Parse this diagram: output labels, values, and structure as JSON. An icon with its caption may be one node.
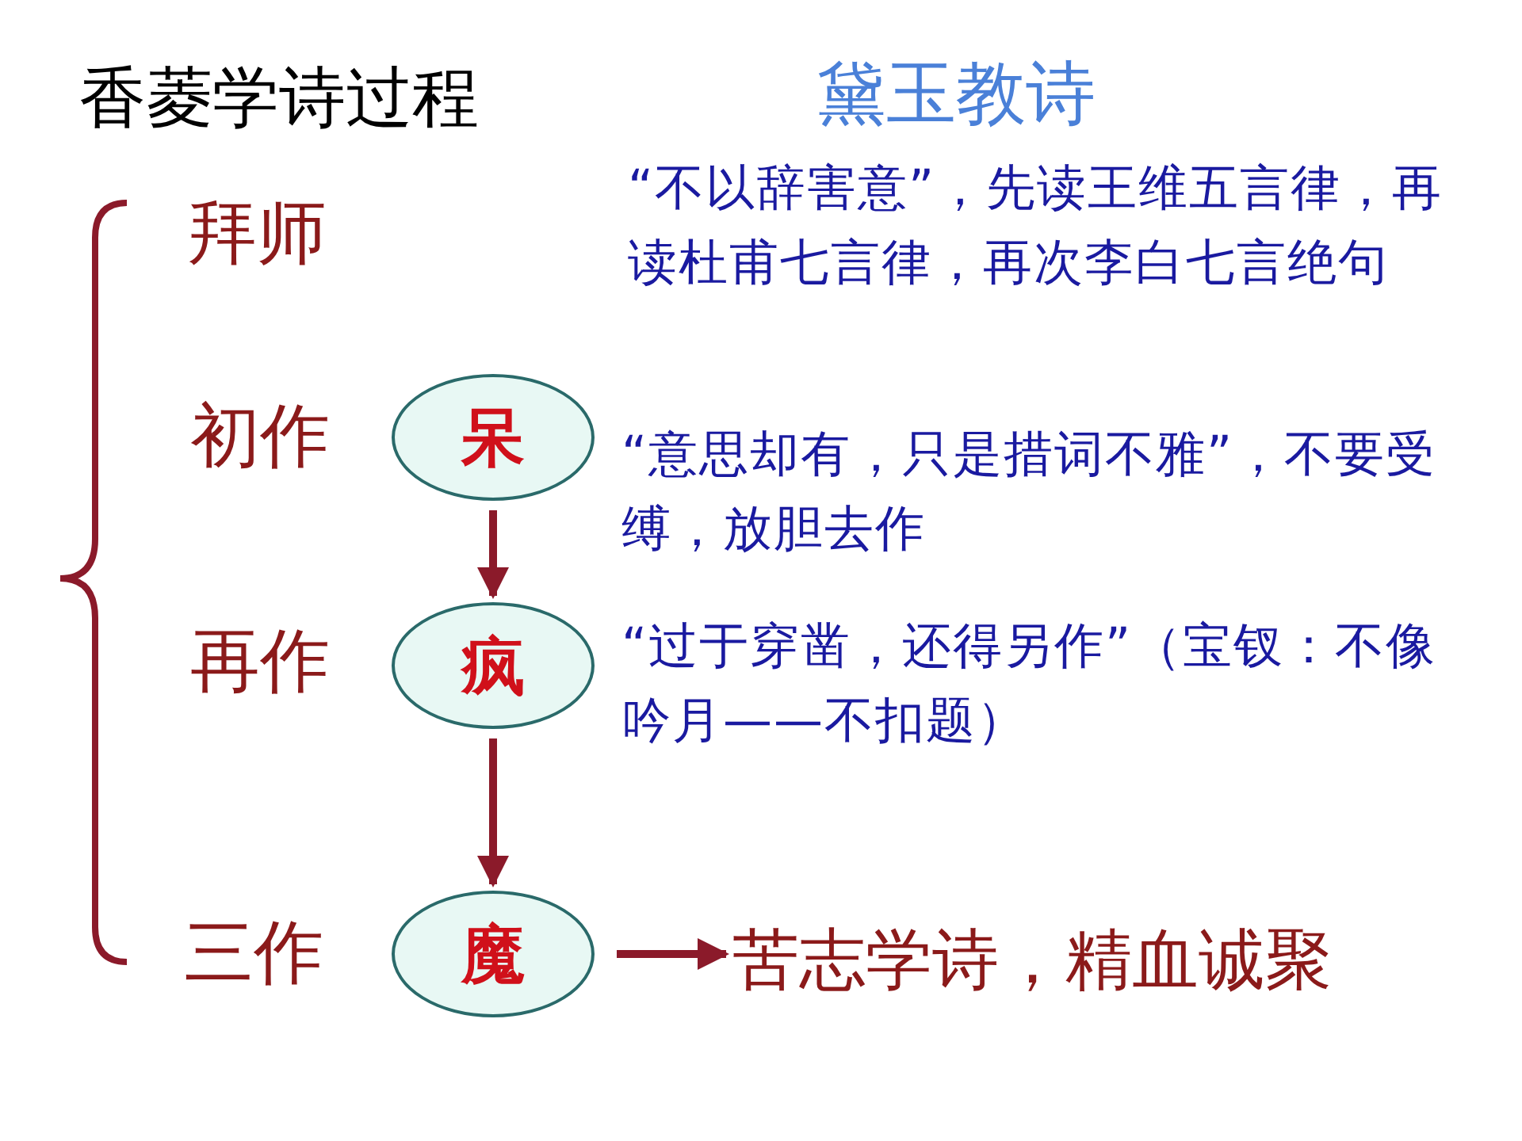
{
  "diagram": {
    "nodes": [
      {
        "text": [
          "呆"
        ],
        "beside": [
          "初作"
        ]
      },
      {
        "text": [
          "疯"
        ],
        "beside": [
          "再作"
        ]
      },
      {
        "text": [
          "魔"
        ],
        "beside": [
          "三作"
        ]
      },
      {
        "text": [
          "苦志学诗，精血诚聚"
        ]
      }
    ],
    "edges": [
      {
        "from": 0,
        "to": 1,
        "arrow": "to"
      },
      {
        "from": 1,
        "to": 2,
        "arrow": "to"
      },
      {
        "from": 2,
        "to": 3,
        "arrow": "to"
      }
    ],
    "labels": [
      "香菱学诗过程",
      "黛玉教诗",
      "拜师",
      "“不以辞害意”，先读王维五言律，再读杜甫七言律，再次李白七言绝句",
      "“意思却有，只是措词不雅”，不要受缚，放胆去作",
      "“过于穿凿，还得另作”（宝钗：不像吟月——不扣题）"
    ]
  }
}
